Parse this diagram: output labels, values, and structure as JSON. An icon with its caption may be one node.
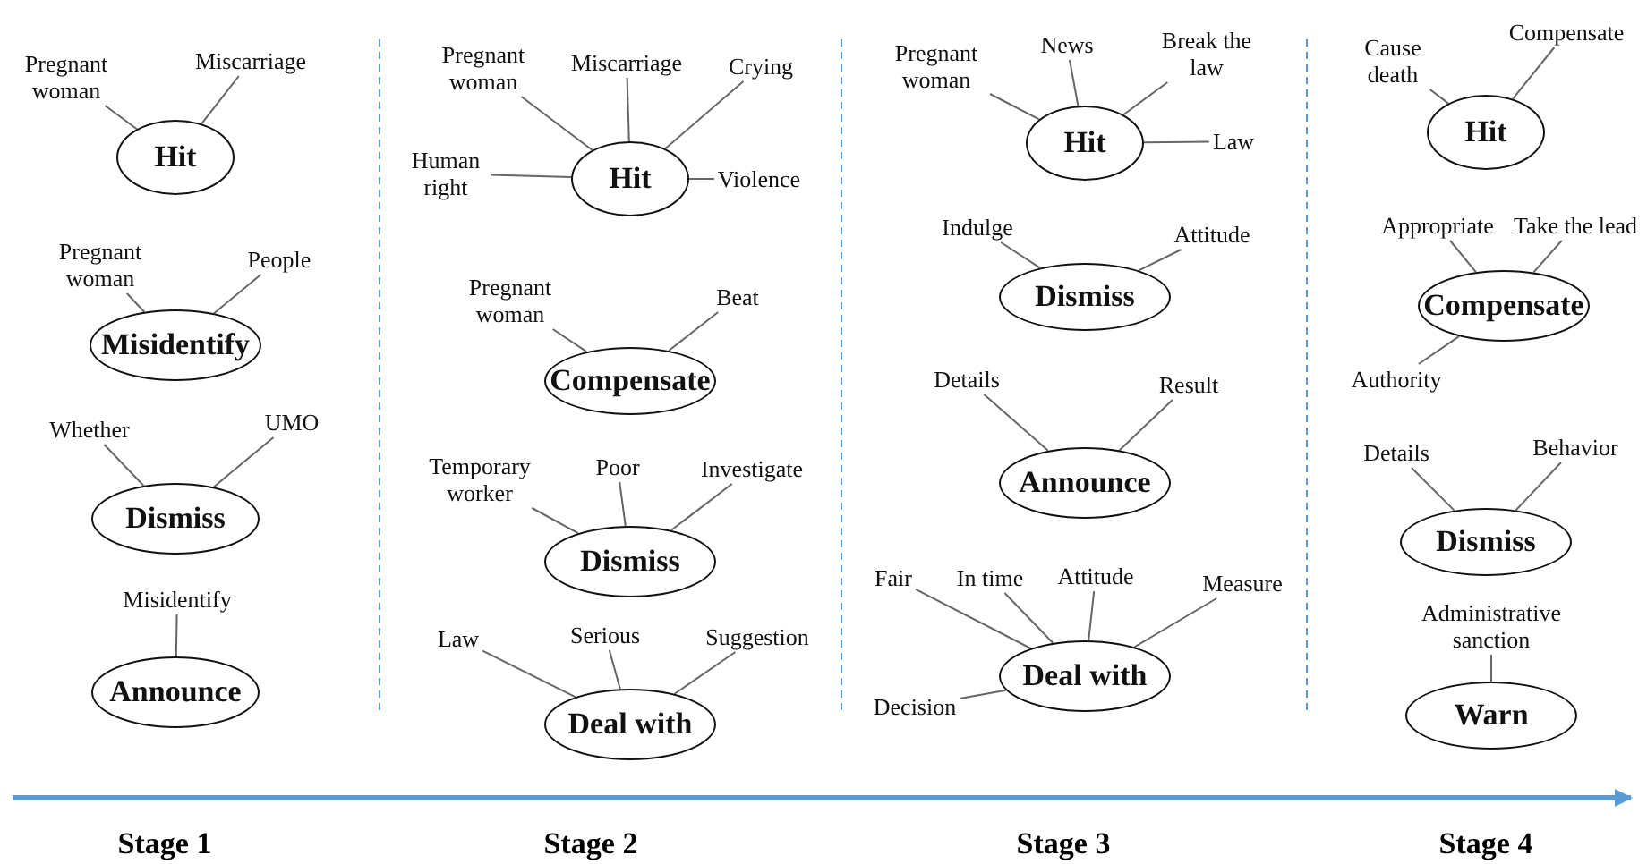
{
  "diagram": {
    "nodes": [
      {
        "text": [
          "Hit"
        ]
      },
      {
        "text": [
          "Pregnant woman"
        ]
      },
      {
        "text": [
          "Miscarriage"
        ]
      },
      {
        "text": [
          "Misidentify"
        ]
      },
      {
        "text": [
          "Pregnant woman"
        ]
      },
      {
        "text": [
          "People"
        ]
      },
      {
        "text": [
          "Dismiss"
        ]
      },
      {
        "text": [
          "Whether"
        ]
      },
      {
        "text": [
          "UMO"
        ]
      },
      {
        "text": [
          "Announce"
        ]
      },
      {
        "text": [
          "Misidentify"
        ]
      },
      {
        "text": [
          "Hit"
        ]
      },
      {
        "text": [
          "Pregnant woman"
        ]
      },
      {
        "text": [
          "Miscarriage"
        ]
      },
      {
        "text": [
          "Crying"
        ]
      },
      {
        "text": [
          "Human right"
        ]
      },
      {
        "text": [
          "Violence"
        ]
      },
      {
        "text": [
          "Compensate"
        ]
      },
      {
        "text": [
          "Pregnant woman"
        ]
      },
      {
        "text": [
          "Beat"
        ]
      },
      {
        "text": [
          "Dismiss"
        ]
      },
      {
        "text": [
          "Temporary worker"
        ]
      },
      {
        "text": [
          "Poor"
        ]
      },
      {
        "text": [
          "Investigate"
        ]
      },
      {
        "text": [
          "Deal with"
        ]
      },
      {
        "text": [
          "Law"
        ]
      },
      {
        "text": [
          "Serious"
        ]
      },
      {
        "text": [
          "Suggestion"
        ]
      },
      {
        "text": [
          "Hit"
        ]
      },
      {
        "text": [
          "Pregnant woman"
        ]
      },
      {
        "text": [
          "News"
        ]
      },
      {
        "text": [
          "Break the law"
        ]
      },
      {
        "text": [
          "Law"
        ]
      },
      {
        "text": [
          "Dismiss"
        ]
      },
      {
        "text": [
          "Indulge"
        ]
      },
      {
        "text": [
          "Attitude"
        ]
      },
      {
        "text": [
          "Announce"
        ]
      },
      {
        "text": [
          "Details"
        ]
      },
      {
        "text": [
          "Result"
        ]
      },
      {
        "text": [
          "Deal with"
        ]
      },
      {
        "text": [
          "Fair"
        ]
      },
      {
        "text": [
          "In time"
        ]
      },
      {
        "text": [
          "Attitude"
        ]
      },
      {
        "text": [
          "Measure"
        ]
      },
      {
        "text": [
          "Decision"
        ]
      },
      {
        "text": [
          "Hit"
        ]
      },
      {
        "text": [
          "Cause death"
        ]
      },
      {
        "text": [
          "Compensate"
        ]
      },
      {
        "text": [
          "Compensate"
        ]
      },
      {
        "text": [
          "Appropriate"
        ]
      },
      {
        "text": [
          "Take the lead"
        ]
      },
      {
        "text": [
          "Authority"
        ]
      },
      {
        "text": [
          "Dismiss"
        ]
      },
      {
        "text": [
          "Details"
        ]
      },
      {
        "text": [
          "Behavior"
        ]
      },
      {
        "text": [
          "Warn"
        ]
      },
      {
        "text": [
          "Administrative sanction"
        ]
      }
    ],
    "edges": [
      {
        "from": 1,
        "to": 0,
        "arrow": "none"
      },
      {
        "from": 2,
        "to": 0,
        "arrow": "none"
      },
      {
        "from": 4,
        "to": 3,
        "arrow": "none"
      },
      {
        "from": 5,
        "to": 3,
        "arrow": "none"
      },
      {
        "from": 7,
        "to": 6,
        "arrow": "none"
      },
      {
        "from": 8,
        "to": 6,
        "arrow": "none"
      },
      {
        "from": 10,
        "to": 9,
        "arrow": "none"
      },
      {
        "from": 12,
        "to": 11,
        "arrow": "none"
      },
      {
        "from": 13,
        "to": 11,
        "arrow": "none"
      },
      {
        "from": 14,
        "to": 11,
        "arrow": "none"
      },
      {
        "from": 15,
        "to": 11,
        "arrow": "none"
      },
      {
        "from": 16,
        "to": 11,
        "arrow": "none"
      },
      {
        "from": 18,
        "to": 17,
        "arrow": "none"
      },
      {
        "from": 19,
        "to": 17,
        "arrow": "none"
      },
      {
        "from": 21,
        "to": 20,
        "arrow": "none"
      },
      {
        "from": 22,
        "to": 20,
        "arrow": "none"
      },
      {
        "from": 23,
        "to": 20,
        "arrow": "none"
      },
      {
        "from": 25,
        "to": 24,
        "arrow": "none"
      },
      {
        "from": 26,
        "to": 24,
        "arrow": "none"
      },
      {
        "from": 27,
        "to": 24,
        "arrow": "none"
      },
      {
        "from": 29,
        "to": 28,
        "arrow": "none"
      },
      {
        "from": 30,
        "to": 28,
        "arrow": "none"
      },
      {
        "from": 31,
        "to": 28,
        "arrow": "none"
      },
      {
        "from": 32,
        "to": 28,
        "arrow": "none"
      },
      {
        "from": 34,
        "to": 33,
        "arrow": "none"
      },
      {
        "from": 35,
        "to": 33,
        "arrow": "none"
      },
      {
        "from": 37,
        "to": 36,
        "arrow": "none"
      },
      {
        "from": 38,
        "to": 36,
        "arrow": "none"
      },
      {
        "from": 40,
        "to": 39,
        "arrow": "none"
      },
      {
        "from": 41,
        "to": 39,
        "arrow": "none"
      },
      {
        "from": 42,
        "to": 39,
        "arrow": "none"
      },
      {
        "from": 43,
        "to": 39,
        "arrow": "none"
      },
      {
        "from": 44,
        "to": 39,
        "arrow": "none"
      },
      {
        "from": 46,
        "to": 45,
        "arrow": "none"
      },
      {
        "from": 47,
        "to": 45,
        "arrow": "none"
      },
      {
        "from": 49,
        "to": 48,
        "arrow": "none"
      },
      {
        "from": 50,
        "to": 48,
        "arrow": "none"
      },
      {
        "from": 51,
        "to": 48,
        "arrow": "none"
      },
      {
        "from": 53,
        "to": 52,
        "arrow": "none"
      },
      {
        "from": 54,
        "to": 52,
        "arrow": "none"
      },
      {
        "from": 56,
        "to": 55,
        "arrow": "none"
      }
    ],
    "labels": [
      "Stage 1",
      "Stage 2",
      "Stage 3",
      "Stage 4"
    ]
  }
}
